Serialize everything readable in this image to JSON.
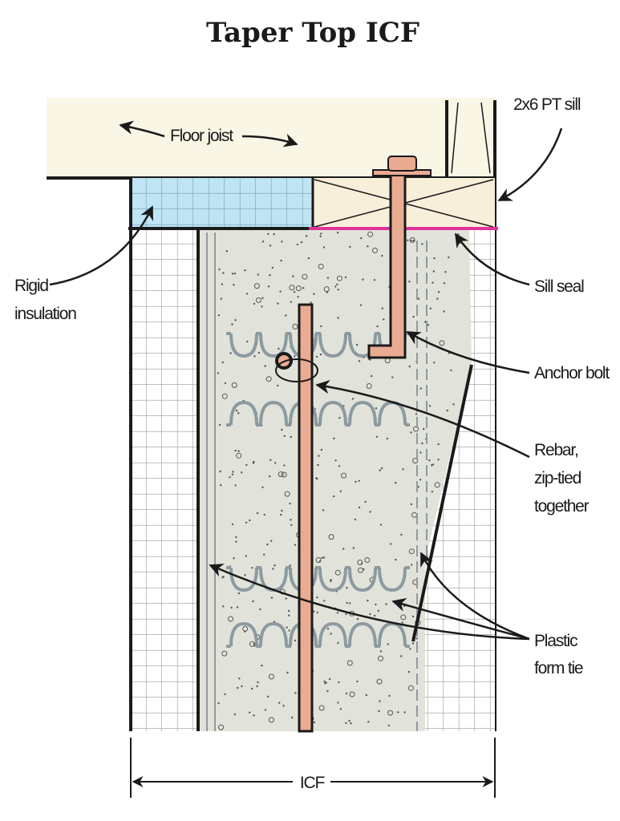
{
  "title": "Taper Top ICF",
  "labels": {
    "sill": "2x6 PT sill",
    "floor_joist": "Floor joist",
    "rigid_insulation_1": "Rigid",
    "rigid_insulation_2": "insulation",
    "sill_seal": "Sill seal",
    "anchor_bolt": "Anchor bolt",
    "rebar_1": "Rebar,",
    "rebar_2": "zip-tied",
    "rebar_3": "together",
    "form_tie_1": "Plastic",
    "form_tie_2": "form tie",
    "dimension": "ICF"
  },
  "colors": {
    "wood": "#faf6e6",
    "sill": "#f8efda",
    "insulation": "#bfe4f4",
    "concrete": "#e1e3da",
    "steel": "#eaab93",
    "sill_seal": "#e0329b",
    "form_tie": "#8c9aa0"
  }
}
